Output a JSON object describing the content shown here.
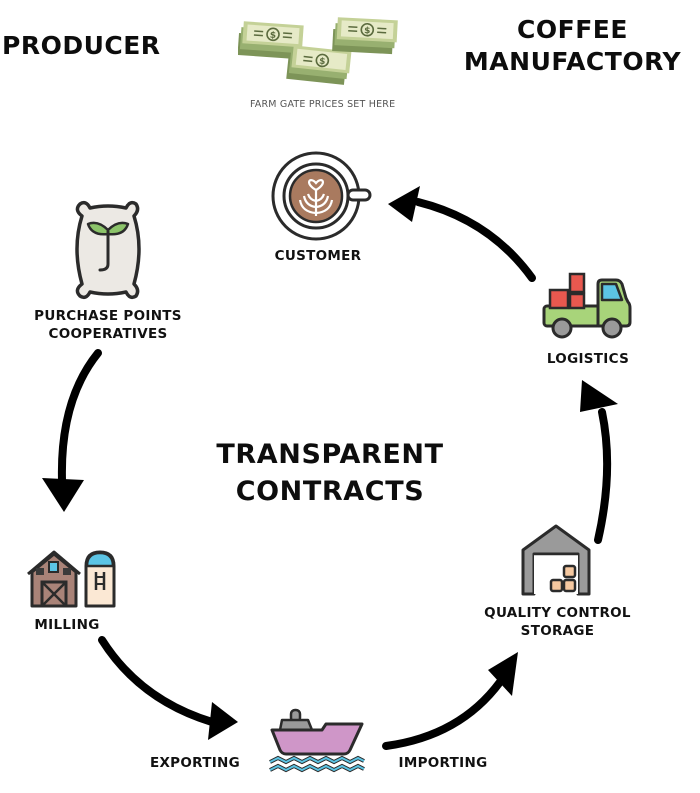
{
  "header": {
    "left_title": "PRODUCER",
    "right_title_line1": "COFFEE",
    "right_title_line2": "MANUFACTORY",
    "money_caption": "FARM GATE PRICES SET HERE"
  },
  "center": {
    "line1": "TRANSPARENT",
    "line2": "CONTRACTS"
  },
  "stages": {
    "customer": "CUSTOMER",
    "purchase_line1": "PURCHASE POINTS",
    "purchase_line2": "COOPERATIVES",
    "logistics": "LOGISTICS",
    "milling": "MILLING",
    "storage_line1": "QUALITY CONTROL",
    "storage_line2": "STORAGE",
    "exporting": "EXPORTING",
    "importing": "IMPORTING"
  },
  "icons": {
    "money": "money-stack-icon",
    "customer": "coffee-cup-icon",
    "purchase": "seed-sack-icon",
    "logistics": "delivery-truck-icon",
    "milling": "barn-silo-icon",
    "storage": "warehouse-icon",
    "shipping": "cargo-ship-icon"
  },
  "colors": {
    "money_green": "#8fa66a",
    "money_light": "#e8ecc8",
    "coffee_brown": "#a97a5f",
    "sack_fill": "#ece9e4",
    "leaf_green": "#8cc46a",
    "box_red": "#e8584f",
    "truck_green": "#a8d47a",
    "truck_window": "#5cc4e4",
    "barn_brown": "#a98378",
    "silo_cream": "#fbe8d4",
    "warehouse_gray": "#9a9a9a",
    "crate_peach": "#f5c8a0",
    "ship_pink": "#cf96c8",
    "water_blue": "#5cc4e4",
    "outline": "#2b2b2b"
  }
}
